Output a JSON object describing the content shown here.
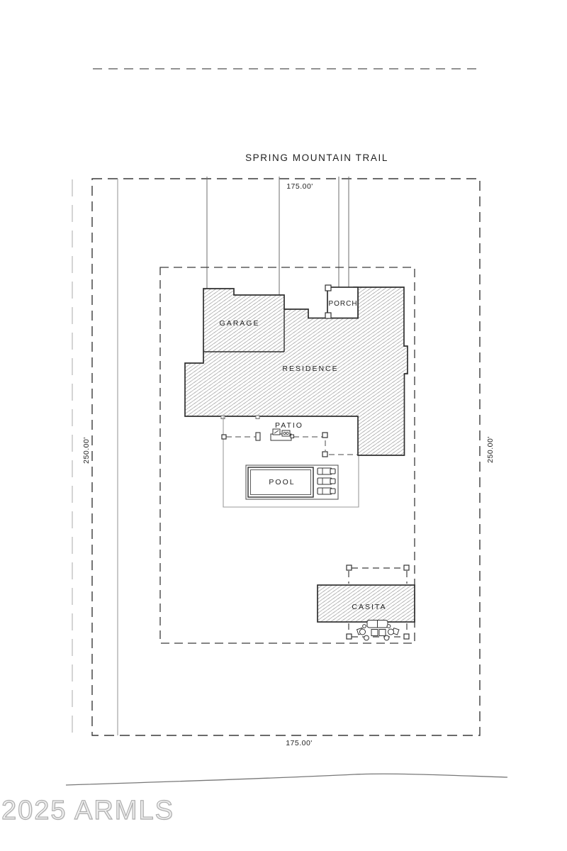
{
  "street": {
    "name": "SPRING MOUNTAIN TRAIL"
  },
  "lot": {
    "width_top": "175.00'",
    "width_bottom": "175.00'",
    "depth_left": "250.00'",
    "depth_right": "250.00'"
  },
  "structures": {
    "garage": "GARAGE",
    "porch": "PORCH",
    "residence": "RESIDENCE",
    "patio": "PATIO",
    "pool": "POOL",
    "casita": "CASITA"
  },
  "watermark": "2025 ARMLS",
  "colors": {
    "ink": "#2f2f2f",
    "boundary": "#3a3a3a",
    "hatch": "#b0b0b0",
    "muted_line": "#9a9a9a",
    "road_line": "#b8b8b8",
    "watermark": "#aeaeae",
    "background": "#ffffff"
  }
}
